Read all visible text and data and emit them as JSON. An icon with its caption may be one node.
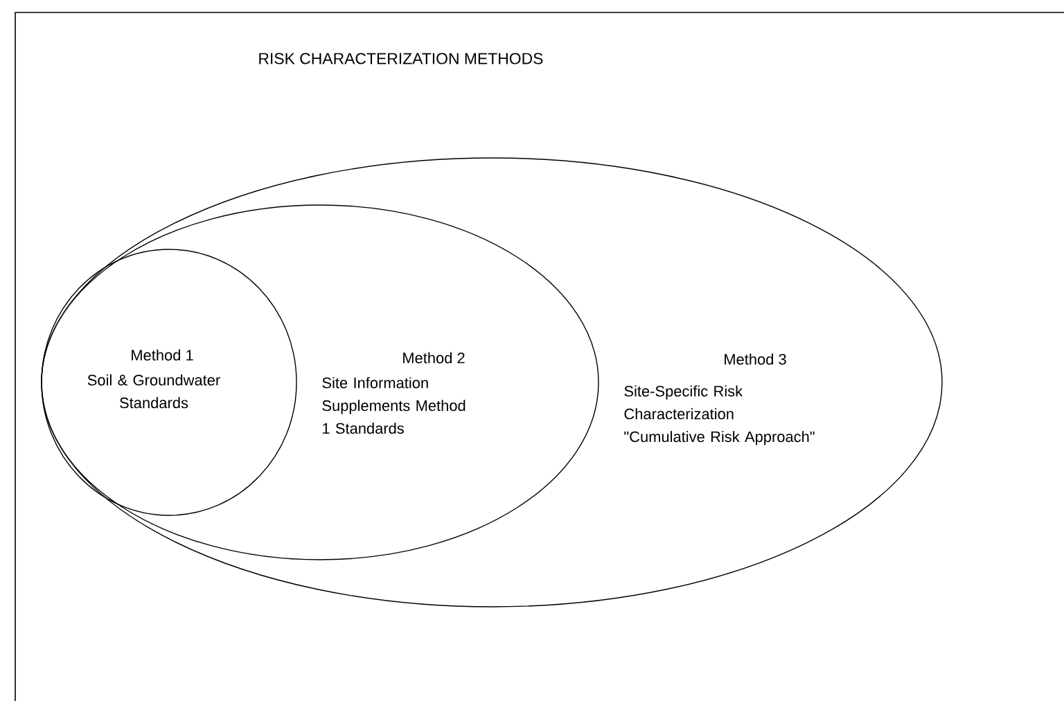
{
  "diagram": {
    "title": "RISK CHARACTERIZATION METHODS",
    "nodes": [
      {
        "text": [
          "Method 3",
          "Site-Specific Risk Characterization \"Cumulative Risk Approach\""
        ]
      },
      {
        "text": [
          "Method 2",
          "Site Information Supplements Method 1 Standards"
        ],
        "in": 0
      },
      {
        "text": [
          "Method 1",
          "Soil & Groundwater Standards"
        ],
        "in": 1
      }
    ],
    "edges": []
  }
}
